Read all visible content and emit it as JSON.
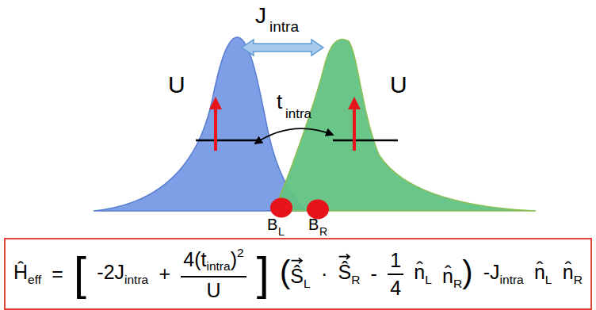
{
  "diagram": {
    "nodes": [
      {
        "text": [
          "Ĥ",
          "eff",
          "=",
          "[",
          "-2J",
          "intra",
          "+",
          "4(t",
          "intra",
          ")",
          "2",
          "U",
          "]",
          "(",
          "Ŝ",
          "L",
          "·",
          "Ŝ",
          "R",
          "-",
          "1",
          "4",
          "n̂",
          "L",
          "n̂",
          "R",
          ")",
          "-J",
          "intra",
          "n̂",
          "L",
          "n̂",
          "R"
        ]
      }
    ],
    "labels": [
      "J",
      "intra",
      "U",
      "U",
      "t",
      "intra",
      "B",
      "L",
      "B",
      "R"
    ]
  }
}
